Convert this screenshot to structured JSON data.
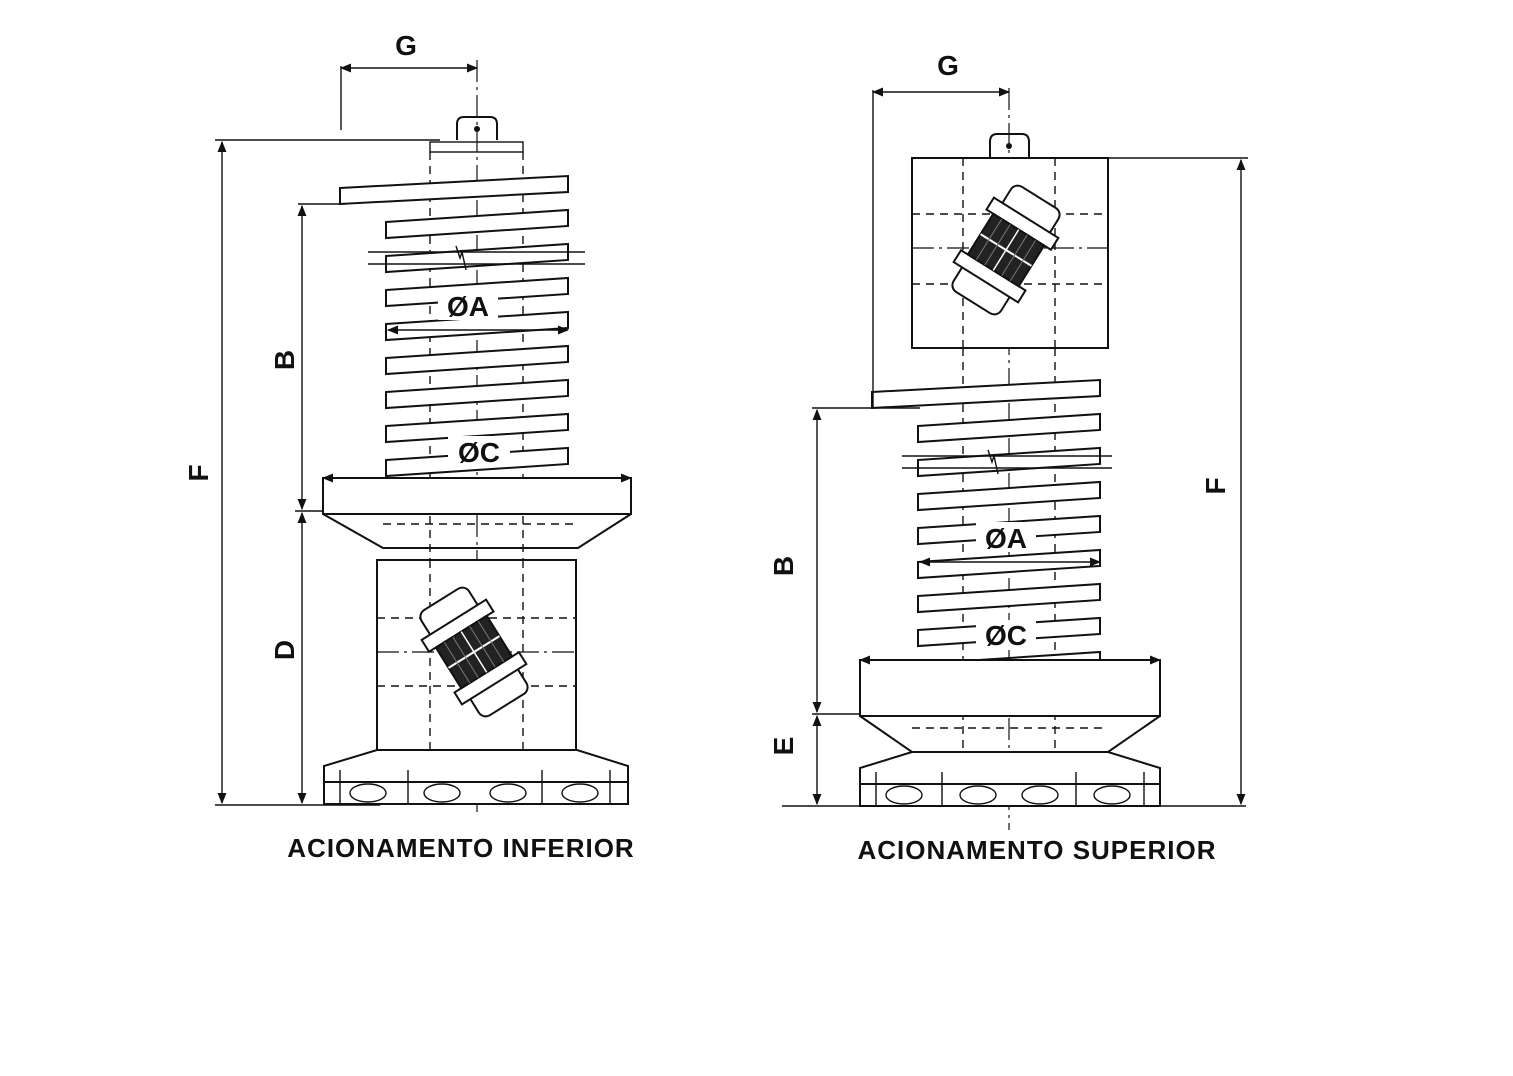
{
  "left_drawing": {
    "caption": "ACIONAMENTO INFERIOR",
    "labels": {
      "g": "G",
      "f": "F",
      "b": "B",
      "d": "D",
      "dia_a": "ØA",
      "dia_c": "ØC"
    }
  },
  "right_drawing": {
    "caption": "ACIONAMENTO SUPERIOR",
    "labels": {
      "g": "G",
      "f": "F",
      "b": "B",
      "e": "E",
      "dia_a": "ØA",
      "dia_c": "ØC"
    }
  },
  "colors": {
    "ink": "#111111",
    "paper": "#ffffff"
  },
  "icons": {
    "motor": "vibration-motor-icon"
  }
}
